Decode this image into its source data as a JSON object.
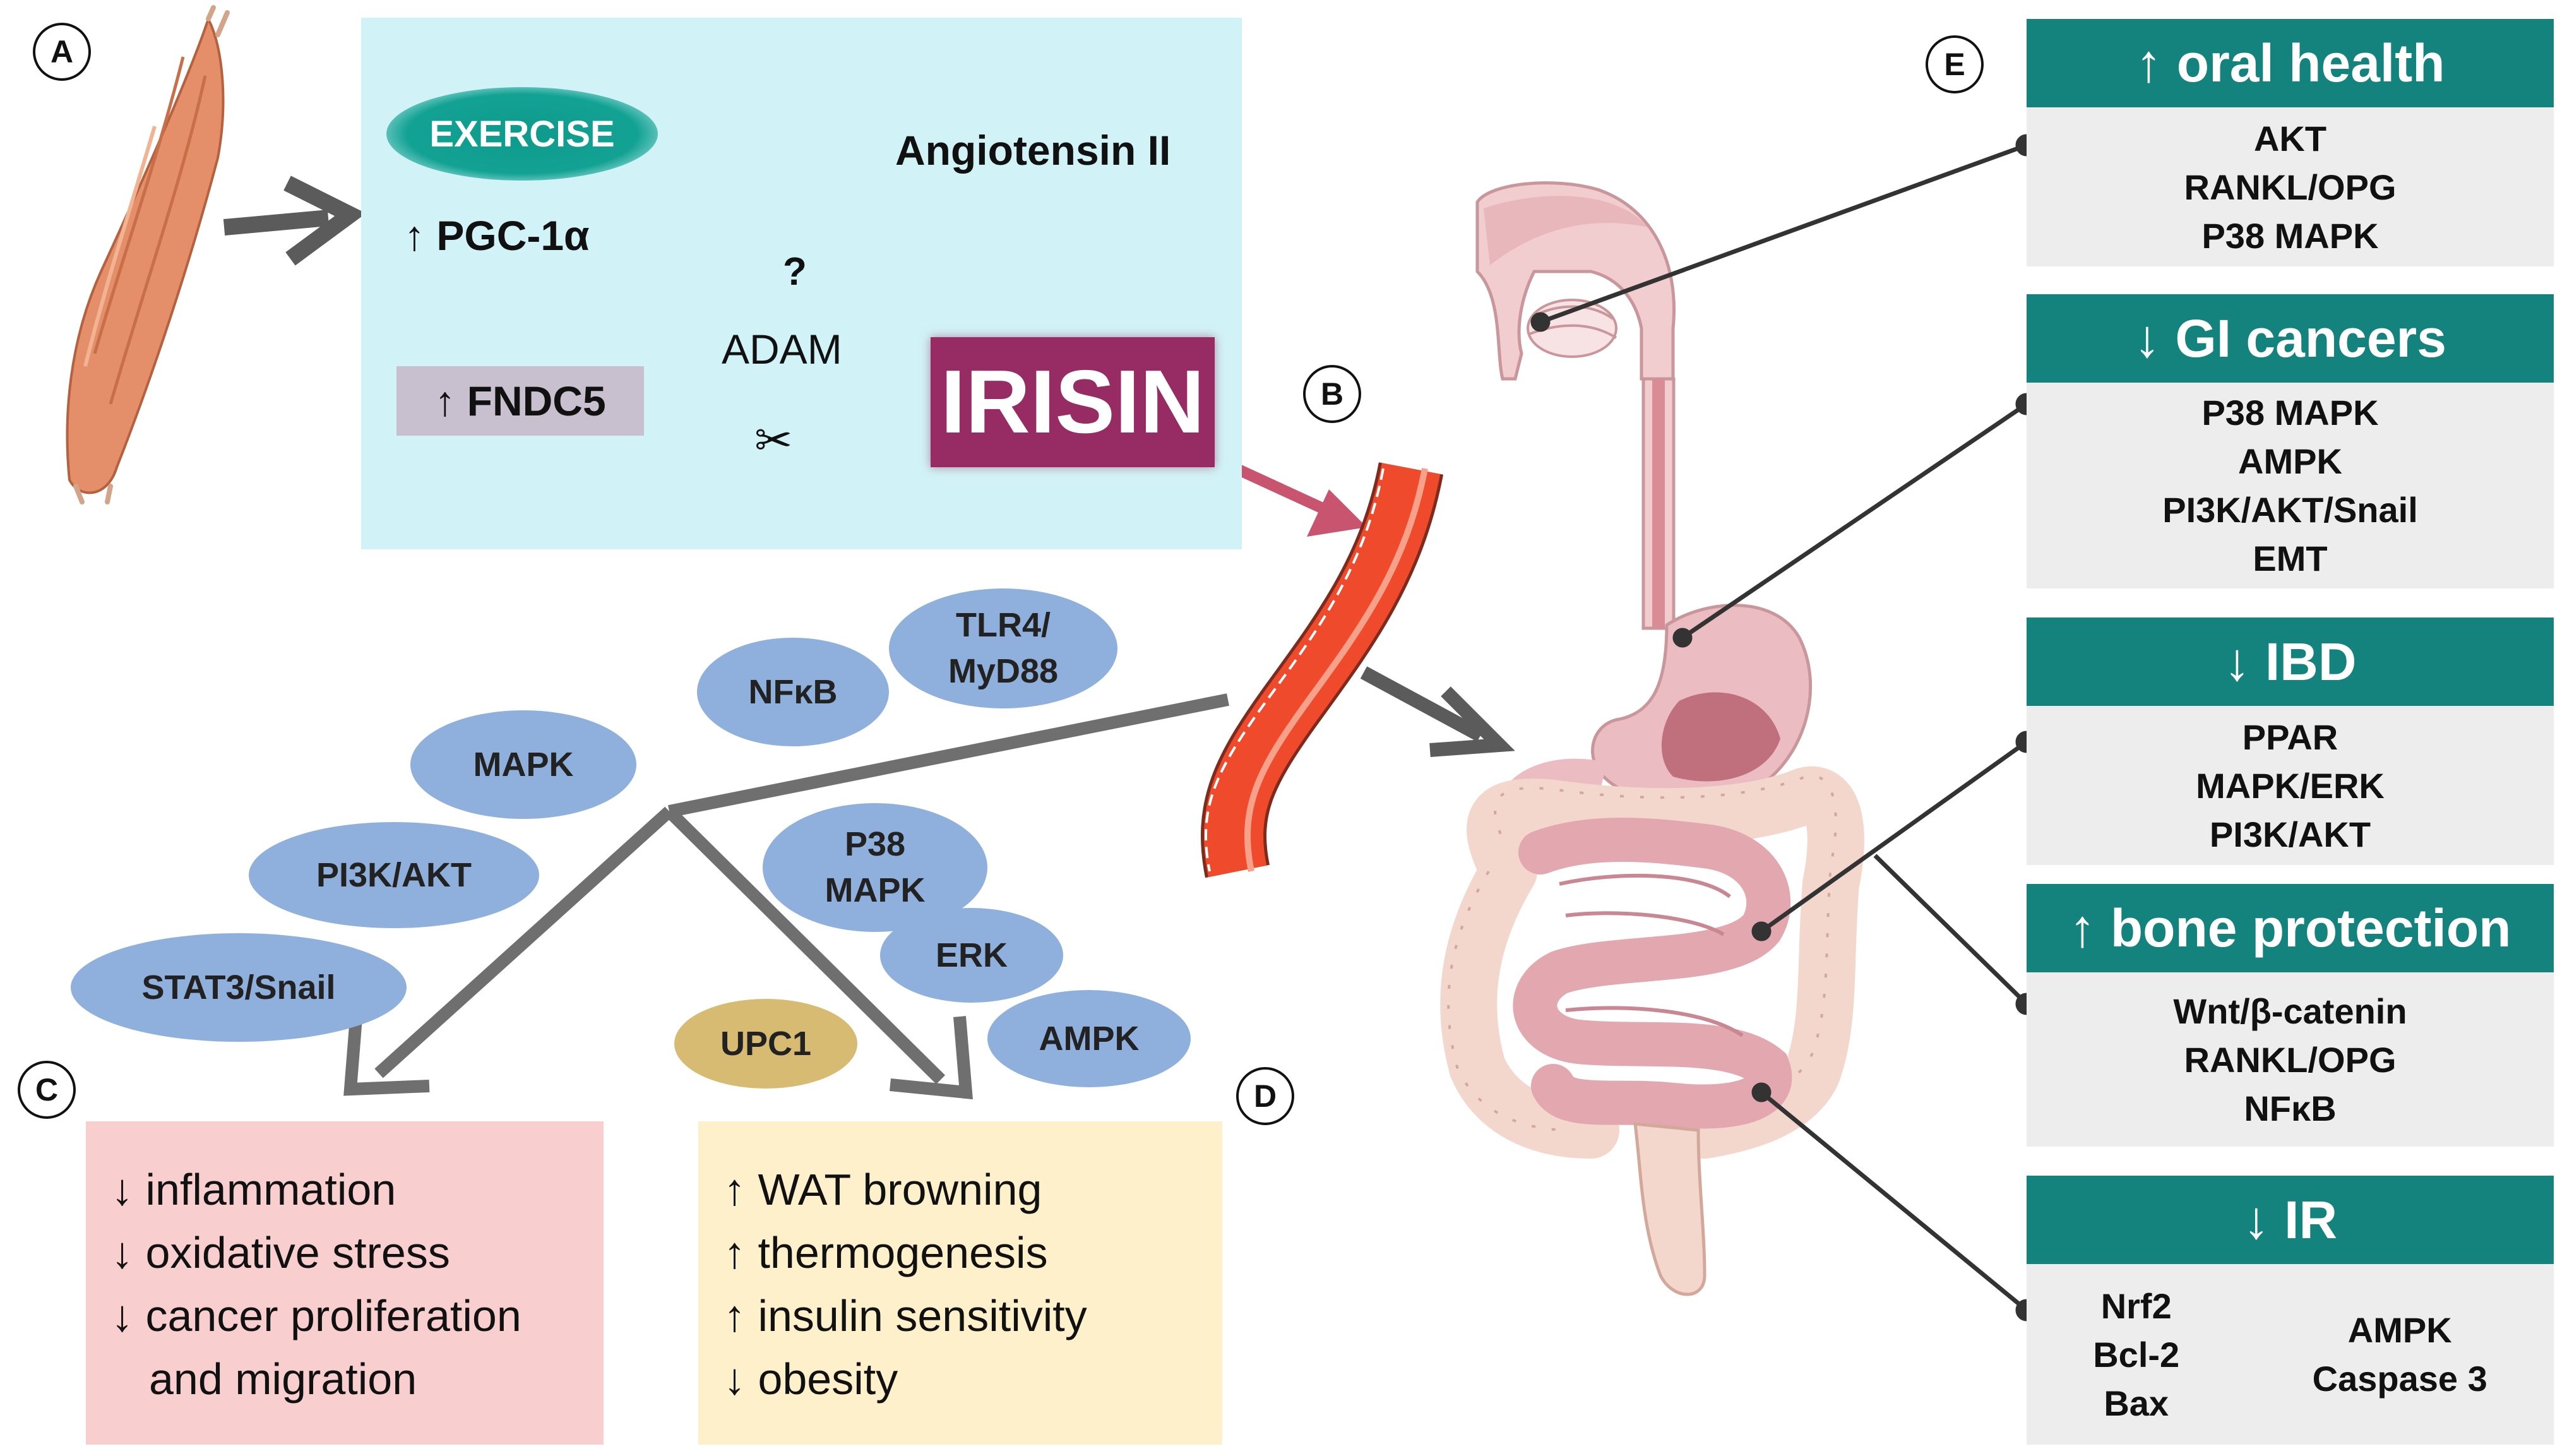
{
  "labels": {
    "a": "A",
    "b": "B",
    "c": "C",
    "d": "D",
    "e": "E"
  },
  "pathway": {
    "exercise": "EXERCISE",
    "pgc1a": "↑ PGC-1α",
    "fndc5": "↑ FNDC5",
    "angiotensin": "Angiotensin II",
    "question": "?",
    "adam": "ADAM",
    "scissors": "✂",
    "irisin": "IRISIN"
  },
  "signaling": {
    "tlr4_line1": "TLR4/",
    "tlr4_line2": "MyD88",
    "nfkb": "NFκB",
    "mapk": "MAPK",
    "pi3k": "PI3K/AKT",
    "stat3": "STAT3/Snail",
    "p38_line1": "P38",
    "p38_line2": "MAPK",
    "erk": "ERK",
    "ampk": "AMPK",
    "upc1": "UPC1"
  },
  "effects_c": {
    "line1": "↓ inflammation",
    "line2": "↓ oxidative stress",
    "line3": "↓ cancer proliferation",
    "line4": "and migration"
  },
  "effects_d": {
    "line1": "↑ WAT browning",
    "line2": "↑ thermogenesis",
    "line3": "↑ insulin sensitivity",
    "line4": "↓ obesity"
  },
  "panels": [
    {
      "title": "↑ oral health",
      "items": [
        "AKT",
        "RANKL/OPG",
        "P38 MAPK"
      ]
    },
    {
      "title": "↓ GI cancers",
      "items": [
        "P38 MAPK",
        "AMPK",
        "PI3K/AKT/Snail",
        "EMT"
      ]
    },
    {
      "title": "↓ IBD",
      "items": [
        "PPAR",
        "MAPK/ERK",
        "PI3K/AKT"
      ]
    },
    {
      "title": "↑ bone protection",
      "items": [
        "Wnt/β-catenin",
        "RANKL/OPG",
        "NFκB"
      ]
    },
    {
      "title": "↓ IR",
      "items_left": [
        "Nrf2",
        "Bcl-2",
        "Bax"
      ],
      "items_right": [
        "AMPK",
        "Caspase 3"
      ]
    }
  ],
  "colors": {
    "panel_header": "#14837d",
    "irisin": "#972c64",
    "exercise": "#12a293",
    "cyan_box": "#d1f3f7",
    "pink_box": "#f8cece",
    "yellow_box": "#fdf0cb",
    "oval_blue": "#8fb0dc",
    "oval_gold": "#d7bb72",
    "vessel": "#ef4a2c"
  },
  "icons": [
    "muscle-illustration",
    "blood-vessel-illustration",
    "digestive-tract-illustration",
    "scissors-icon"
  ]
}
